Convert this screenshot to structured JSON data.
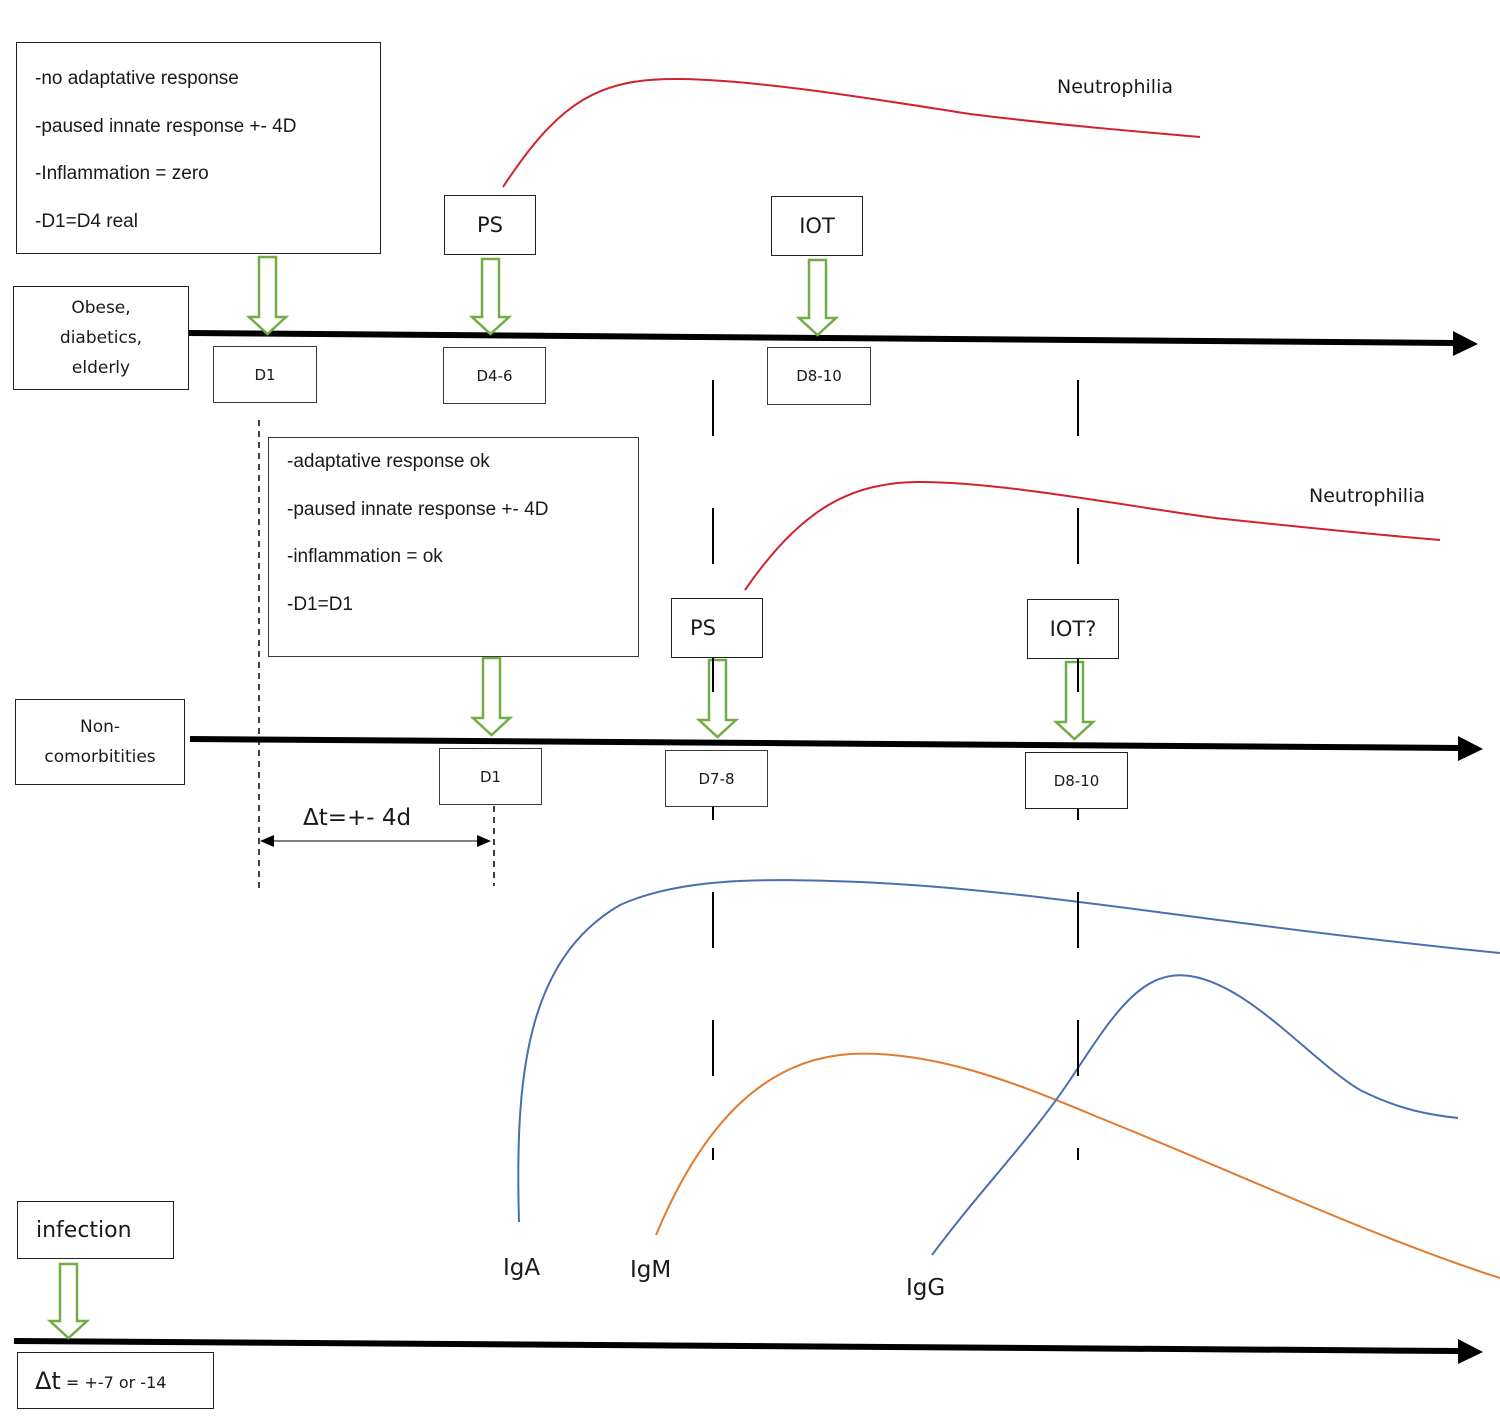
{
  "top_note": {
    "lines": [
      "-no adaptative response",
      "-paused innate response +- 4D",
      "-Inflammation = zero",
      "-D1=D4 real"
    ]
  },
  "mid_note": {
    "lines": [
      "-adaptative response ok",
      "-paused innate response +- 4D",
      "-inflammation = ok",
      "-D1=D1"
    ]
  },
  "timeline_1": {
    "cohort_lines": [
      "Obese,",
      "diabetics,",
      "elderly"
    ],
    "events": [
      {
        "label": "PS",
        "day": "D4-6"
      },
      {
        "label": "IOT",
        "day": "D8-10"
      }
    ],
    "start_day": "D1",
    "curve_label": "Neutrophilia"
  },
  "timeline_2": {
    "cohort_lines": [
      "Non-",
      "comorbitities"
    ],
    "events": [
      {
        "label": "PS",
        "day": "D7-8"
      },
      {
        "label": "IOT?",
        "day": "D8-10"
      }
    ],
    "start_day": "D1",
    "curve_label": "Neutrophilia",
    "delta": "Δt=+- 4d"
  },
  "timeline_3": {
    "event_label": "infection",
    "delta_symbol": "Δt",
    "delta_value": " = +-7 or -14"
  },
  "antibodies": [
    {
      "label": "IgA",
      "color": "#4a6fb0"
    },
    {
      "label": "IgM",
      "color": "#e07a2e"
    },
    {
      "label": "IgG",
      "color": "#4a6fb0"
    }
  ],
  "colors": {
    "neutrophilia": "#d0232e",
    "arrow_green": "#70ad47",
    "axis": "#000000"
  },
  "icons": {
    "down_arrow": "hollow-down-arrow-icon",
    "timeline_arrow": "arrowhead-icon"
  }
}
